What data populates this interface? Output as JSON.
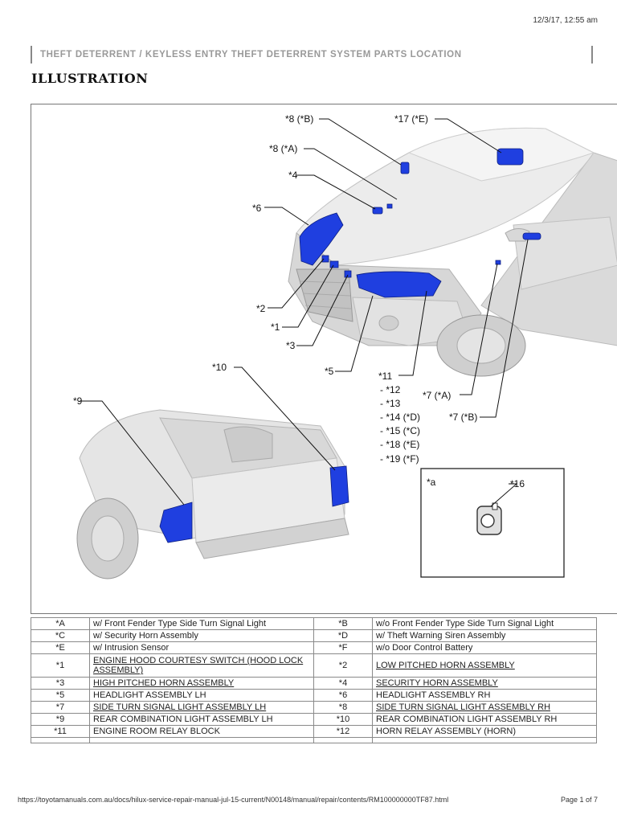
{
  "header": {
    "timestamp": "12/3/17, 12:55 am",
    "breadcrumb": "THEFT DETERRENT / KEYLESS ENTRY  THEFT DETERRENT SYSTEM  PARTS LOCATION",
    "title": "ILLUSTRATION"
  },
  "illustration": {
    "callouts": {
      "c8b": "*8 (*B)",
      "c17e": "*17 (*E)",
      "c8a": "*8 (*A)",
      "c4": "*4",
      "c6": "*6",
      "c2": "*2",
      "c1": "*1",
      "c3": "*3",
      "c5": "*5",
      "c10": "*10",
      "c9": "*9",
      "c11": "*11",
      "c12": "- *12",
      "c13": "- *13",
      "c14": "- *14 (*D)",
      "c15": "- *15 (*C)",
      "c18": "- *18 (*E)",
      "c19": "- *19  (*F)",
      "c7a": "*7  (*A)",
      "c7b": "*7 (*B)",
      "ca": "*a",
      "c16": "*16"
    },
    "colors": {
      "part": "#1f3fe0",
      "body": "#e6e6e6"
    }
  },
  "legend": {
    "rows": [
      {
        "k1": "*A",
        "v1": "w/ Front Fender Type Side Turn Signal Light",
        "k2": "*B",
        "v2": "w/o Front Fender Type Side Turn Signal Light"
      },
      {
        "k1": "*C",
        "v1": "w/ Security Horn Assembly",
        "k2": "*D",
        "v2": "w/ Theft Warning Siren Assembly"
      },
      {
        "k1": "*E",
        "v1": "w/ Intrusion Sensor",
        "k2": "*F",
        "v2": "w/o Door Control Battery"
      },
      {
        "k1": "*1",
        "v1": "ENGINE HOOD COURTESY SWITCH (HOOD LOCK ASSEMBLY)",
        "k2": "*2",
        "v2": "LOW PITCHED HORN ASSEMBLY"
      },
      {
        "k1": "*3",
        "v1": "HIGH PITCHED HORN ASSEMBLY",
        "k2": "*4",
        "v2": "SECURITY HORN ASSEMBLY"
      },
      {
        "k1": "*5",
        "v1": "HEADLIGHT ASSEMBLY LH",
        "k2": "*6",
        "v2": "HEADLIGHT ASSEMBLY RH"
      },
      {
        "k1": "*7",
        "v1": "SIDE TURN SIGNAL LIGHT ASSEMBLY LH",
        "k2": "*8",
        "v2": "SIDE TURN SIGNAL LIGHT ASSEMBLY RH"
      },
      {
        "k1": "*9",
        "v1": "REAR COMBINATION LIGHT ASSEMBLY LH",
        "k2": "*10",
        "v2": "REAR COMBINATION LIGHT ASSEMBLY RH"
      },
      {
        "k1": "*11",
        "v1": "ENGINE ROOM RELAY BLOCK",
        "k2": "*12",
        "v2": "HORN RELAY ASSEMBLY (HORN)"
      }
    ]
  },
  "footer": {
    "url": "https://toyotamanuals.com.au/docs/hilux-service-repair-manual-jul-15-current/N00148/manual/repair/contents/RM100000000TF87.html",
    "page": "Page 1 of 7"
  }
}
